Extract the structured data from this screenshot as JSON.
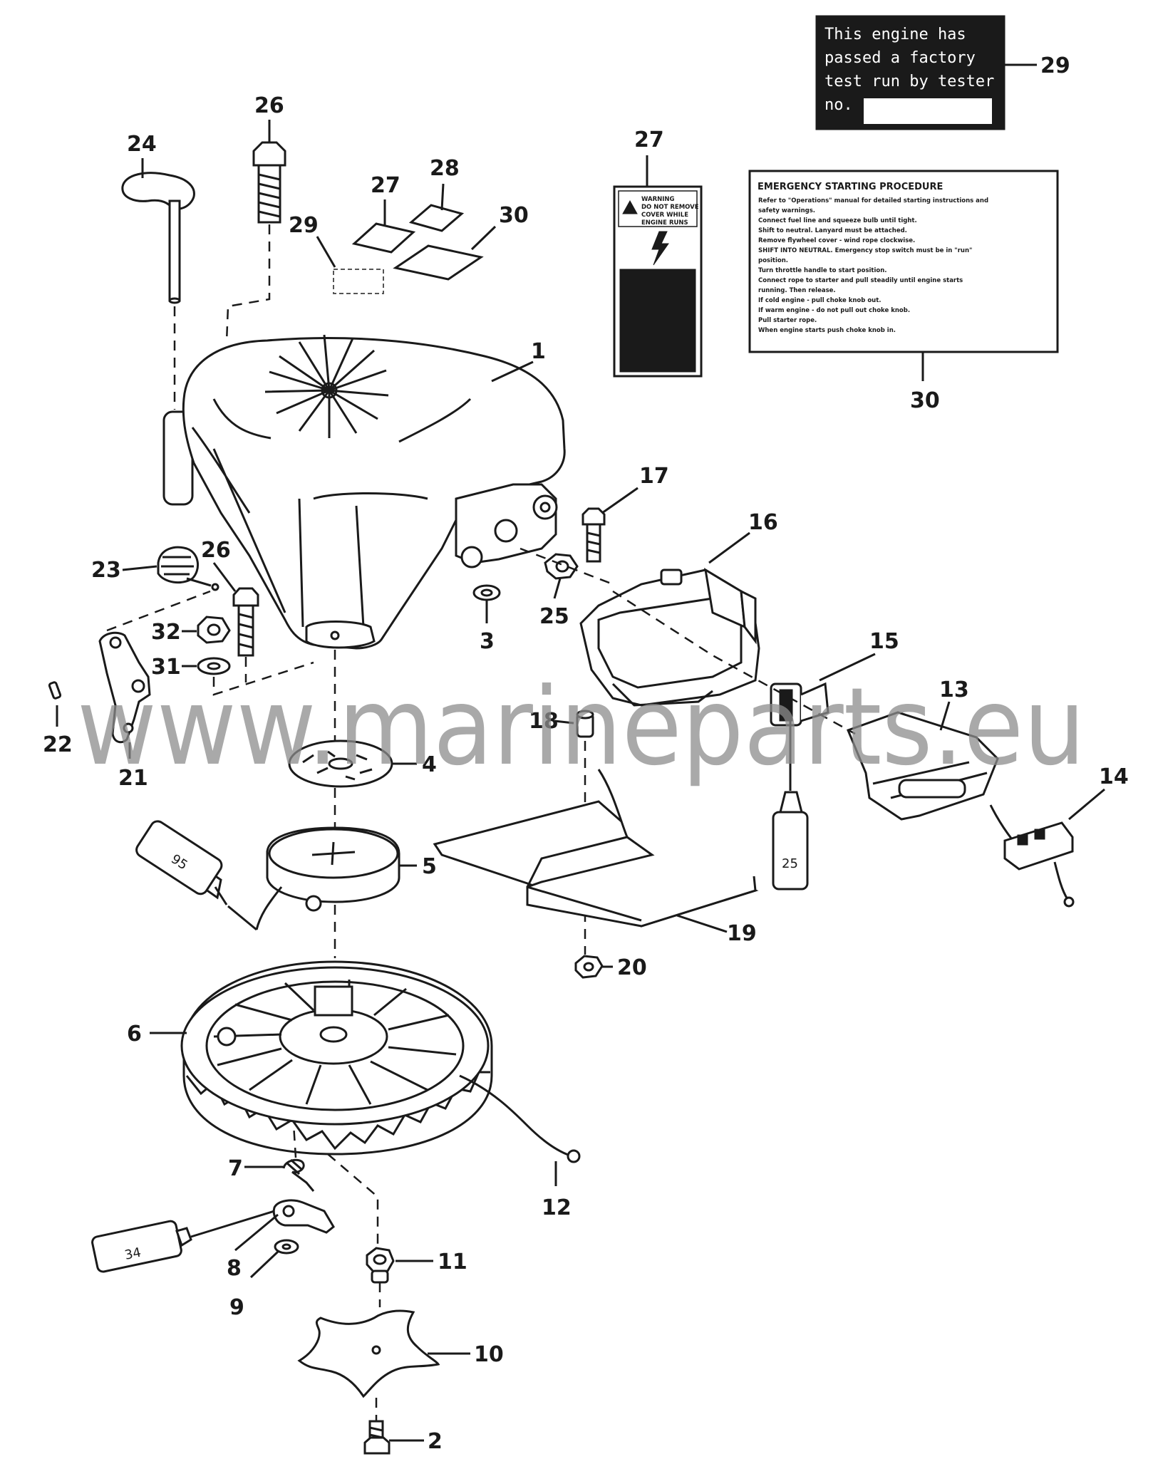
{
  "watermark": "www.marineparts.eu",
  "decal_29": {
    "lines": [
      "This engine has",
      "passed a factory",
      "test run by tester",
      "no."
    ]
  },
  "decal_27": {
    "lines": [
      "WARNING",
      "DO NOT REMOVE",
      "COVER WHILE",
      "ENGINE RUNS"
    ]
  },
  "decal_30": {
    "title": "EMERGENCY STARTING PROCEDURE",
    "lines": [
      "Refer to \"Operations\" manual for detailed starting instructions and",
      "safety warnings.",
      "Connect fuel line and squeeze bulb until tight.",
      "Shift to neutral. Lanyard must be attached.",
      "Remove flywheel cover - wind rope clockwise.",
      "SHIFT INTO NEUTRAL. Emergency stop switch must be in \"run\"",
      "position.",
      "Turn throttle handle to start position.",
      "Connect rope to starter and pull steadily until engine starts",
      "running. Then release.",
      "If cold engine - pull choke knob out.",
      "If warm engine - do not pull out choke knob.",
      "Pull starter rope.",
      "When engine starts push choke knob in."
    ]
  },
  "tubes": {
    "t95": "95",
    "t34": "34",
    "t25": "25"
  },
  "callouts": {
    "c1": "1",
    "c2": "2",
    "c3": "3",
    "c4": "4",
    "c5": "5",
    "c6": "6",
    "c7": "7",
    "c8": "8",
    "c9": "9",
    "c10": "10",
    "c11": "11",
    "c12": "12",
    "c13": "13",
    "c14": "14",
    "c15": "15",
    "c16": "16",
    "c17": "17",
    "c18": "18",
    "c19": "19",
    "c20": "20",
    "c21": "21",
    "c22": "22",
    "c23": "23",
    "c24": "24",
    "c25": "25",
    "c26a": "26",
    "c26b": "26",
    "c27a": "27",
    "c27b": "27",
    "c28": "28",
    "c29a": "29",
    "c29b": "29",
    "c30a": "30",
    "c30b": "30",
    "c31": "31",
    "c32": "32"
  }
}
